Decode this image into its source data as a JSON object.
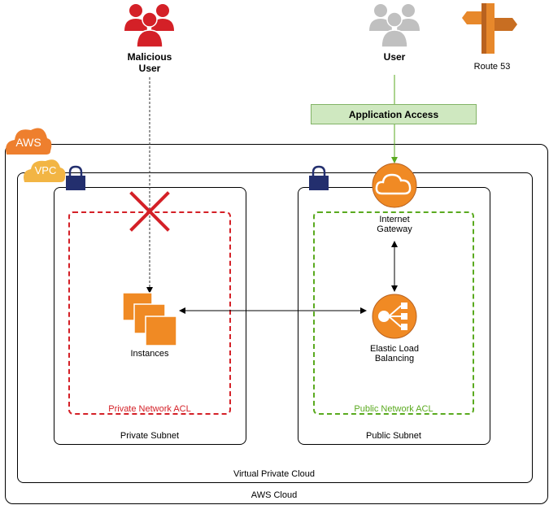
{
  "actors": {
    "malicious_user": {
      "line1": "Malicious",
      "line2": "User",
      "color": "#d42027"
    },
    "user": {
      "label": "User",
      "color": "#c0c0c0"
    }
  },
  "route53": {
    "label": "Route 53",
    "color": "#e7882b"
  },
  "application_access": {
    "label": "Application Access",
    "fill": "#cfe8c0",
    "border": "#82b366"
  },
  "badges": {
    "aws": "AWS",
    "vpc": "VPC",
    "aws_color": "#ee7f2e",
    "vpc_color": "#f2b544"
  },
  "containers": {
    "aws_cloud": "AWS Cloud",
    "virtual_private_cloud": "Virtual Private Cloud",
    "private_subnet": "Private Subnet",
    "public_subnet": "Public Subnet"
  },
  "acls": {
    "private": {
      "label": "Private Network ACL",
      "color": "#d42027"
    },
    "public": {
      "label": "Public Network ACL",
      "color": "#5aaa1f"
    }
  },
  "nodes": {
    "instances": "Instances",
    "internet_gateway": {
      "line1": "Internet",
      "line2": "Gateway"
    },
    "elb": {
      "line1": "Elastic Load",
      "line2": "Balancing"
    }
  },
  "colors": {
    "lock": "#232f6e",
    "orange": "#f08a24"
  }
}
